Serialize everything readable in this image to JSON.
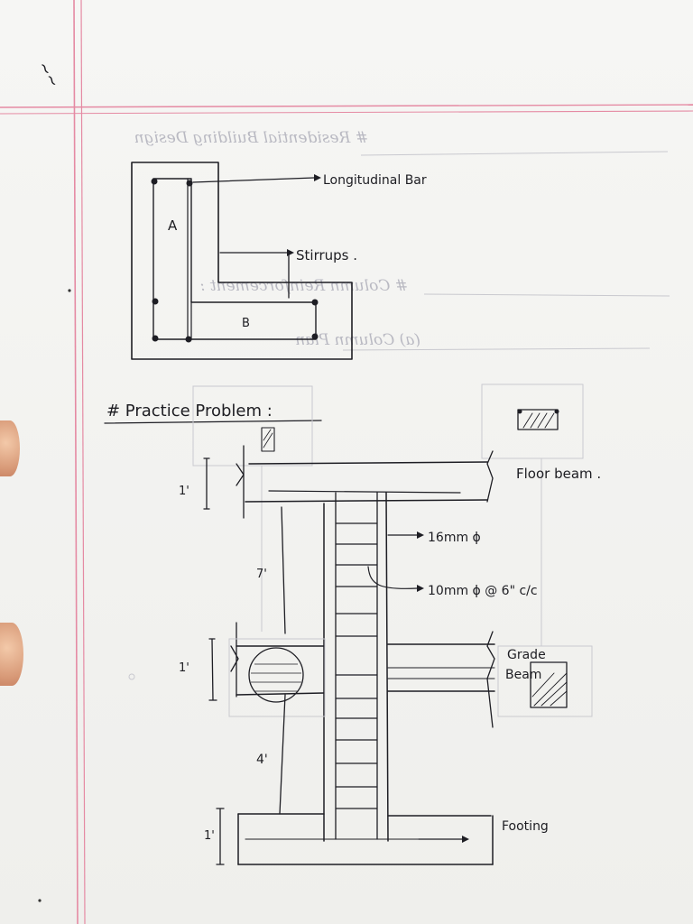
{
  "header": {
    "top_left_mark": "~~"
  },
  "faded_notes": {
    "line_1": "# Residential Building Design",
    "line_2": "# Column Reinforcement :",
    "line_3": "(a) Column Plan"
  },
  "diagram_top": {
    "label_a": "A",
    "label_b": "B",
    "longitudinal_bar": "Longitudinal Bar",
    "stirrups": "Stirrups ."
  },
  "practice": {
    "heading": "# Practice Problem :"
  },
  "diagram_bottom": {
    "floor_beam": "Floor beam .",
    "bar_16": "16mm ϕ",
    "bar_10": "10mm ϕ @ 6\" c/c",
    "grade_beam_line1": "Grade",
    "grade_beam_line2": "Beam",
    "footing": "Footing",
    "dim_top": "1'",
    "dim_upper": "7'",
    "dim_mid": "1'",
    "dim_lower": "4'",
    "dim_bottom": "1'"
  },
  "colors": {
    "ink": "#1e1e24",
    "margin_line": "#e58aa3",
    "paper": "#f3f3f1"
  }
}
